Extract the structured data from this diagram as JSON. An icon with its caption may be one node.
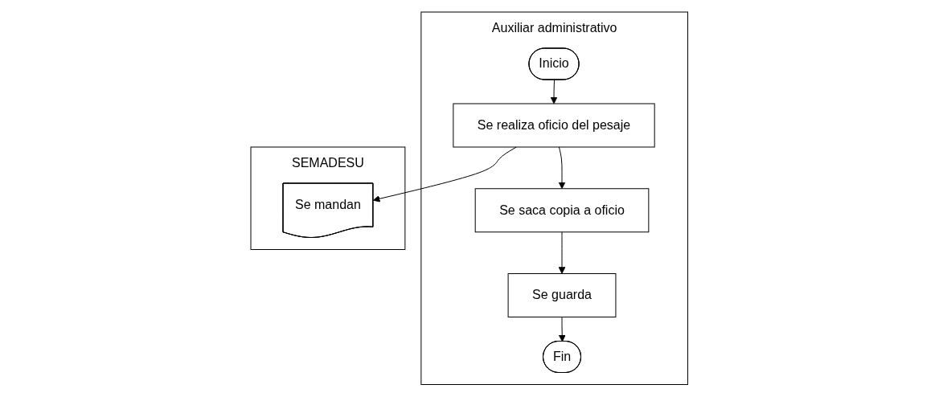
{
  "diagram": {
    "nodes": [
      {
        "text": [
          "Auxiliar administrativo"
        ]
      },
      {
        "text": [
          "SEMADESU"
        ]
      },
      {
        "text": [
          "Inicio"
        ],
        "in": 0
      },
      {
        "text": [
          "Se realiza oficio del pesaje"
        ],
        "in": 0
      },
      {
        "text": [
          "Se saca copia a oficio"
        ],
        "in": 0
      },
      {
        "text": [
          "Se guarda"
        ],
        "in": 0
      },
      {
        "text": [
          "Fin"
        ],
        "in": 0
      },
      {
        "text": [
          "Se mandan"
        ],
        "in": 1
      }
    ],
    "edges": [
      {
        "from": 2,
        "to": 3,
        "arrow": "to"
      },
      {
        "from": 3,
        "to": 4,
        "arrow": "to"
      },
      {
        "from": 4,
        "to": 5,
        "arrow": "to"
      },
      {
        "from": 5,
        "to": 6,
        "arrow": "to"
      },
      {
        "from": 3,
        "to": 7,
        "arrow": "to"
      }
    ]
  }
}
